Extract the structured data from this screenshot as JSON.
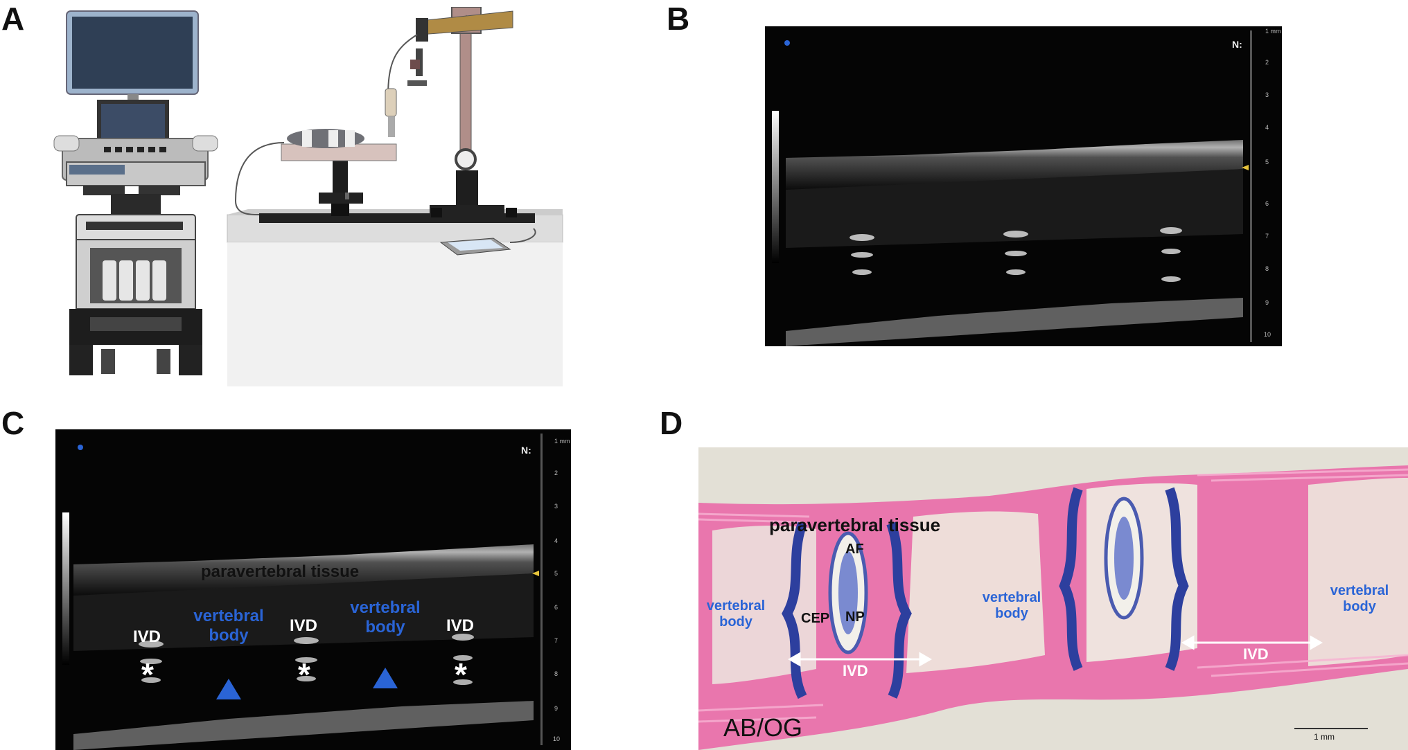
{
  "panels": {
    "a_label": "A",
    "b_label": "B",
    "c_label": "C",
    "d_label": "D"
  },
  "ultrasound": {
    "depth_ticks": [
      "1 mm",
      "2",
      "3",
      "4",
      "5",
      "6",
      "7",
      "8",
      "9",
      "10"
    ],
    "logo": "N:"
  },
  "panel_c": {
    "tissue": "paravertebral tissue",
    "ivd1": "IVD",
    "ivd2": "IVD",
    "ivd3": "IVD",
    "vb1": "vertebral\nbody",
    "vb2": "vertebral\nbody",
    "star": "*"
  },
  "panel_d": {
    "tissue": "paravertebral tissue",
    "af": "AF",
    "np": "NP",
    "cep": "CEP",
    "ivd1": "IVD",
    "ivd2": "IVD",
    "vb_left": "vertebral\nbody",
    "vb_mid": "vertebral\nbody",
    "vb_right": "vertebral\nbody",
    "stain": "AB/OG",
    "scale_bar": "1 mm"
  },
  "colors": {
    "blue_label": "#2a64d6",
    "he_pink": "#e8559a",
    "alcian_blue": "#2d3f9e"
  }
}
